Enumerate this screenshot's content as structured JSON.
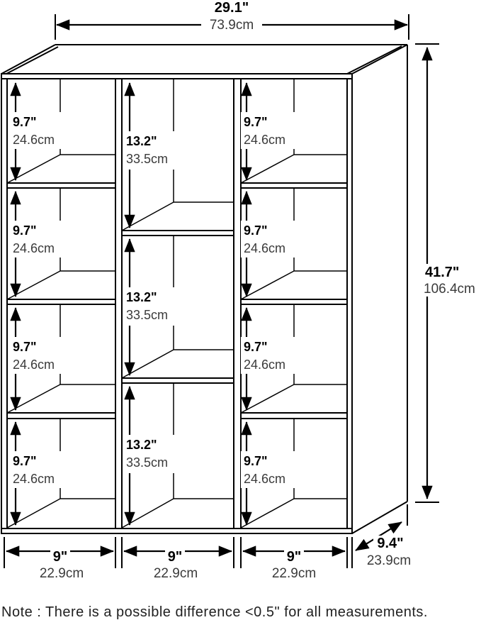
{
  "dimensions": {
    "width": {
      "inch": "29.1\"",
      "cm": "73.9cm"
    },
    "height": {
      "inch": "41.7\"",
      "cm": "106.4cm"
    },
    "depth": {
      "inch": "9.4\"",
      "cm": "23.9cm"
    }
  },
  "columns": [
    {
      "id": "left",
      "bottom_width": {
        "inch": "9\"",
        "cm": "22.9cm"
      },
      "cells": [
        {
          "inch": "9.7\"",
          "cm": "24.6cm"
        },
        {
          "inch": "9.7\"",
          "cm": "24.6cm"
        },
        {
          "inch": "9.7\"",
          "cm": "24.6cm"
        },
        {
          "inch": "9.7\"",
          "cm": "24.6cm"
        }
      ]
    },
    {
      "id": "middle",
      "bottom_width": {
        "inch": "9\"",
        "cm": "22.9cm"
      },
      "cells": [
        {
          "inch": "13.2\"",
          "cm": "33.5cm"
        },
        {
          "inch": "13.2\"",
          "cm": "33.5cm"
        },
        {
          "inch": "13.2\"",
          "cm": "33.5cm"
        }
      ]
    },
    {
      "id": "right",
      "bottom_width": {
        "inch": "9\"",
        "cm": "22.9cm"
      },
      "cells": [
        {
          "inch": "9.7\"",
          "cm": "24.6cm"
        },
        {
          "inch": "9.7\"",
          "cm": "24.6cm"
        },
        {
          "inch": "9.7\"",
          "cm": "24.6cm"
        },
        {
          "inch": "9.7\"",
          "cm": "24.6cm"
        }
      ]
    }
  ],
  "note": "Note : There is a possible difference <0.5\" for all measurements.",
  "colors": {
    "line": "#000000",
    "inch_text": "#000000",
    "cm_text": "#3a3a3a",
    "background": "#ffffff"
  }
}
